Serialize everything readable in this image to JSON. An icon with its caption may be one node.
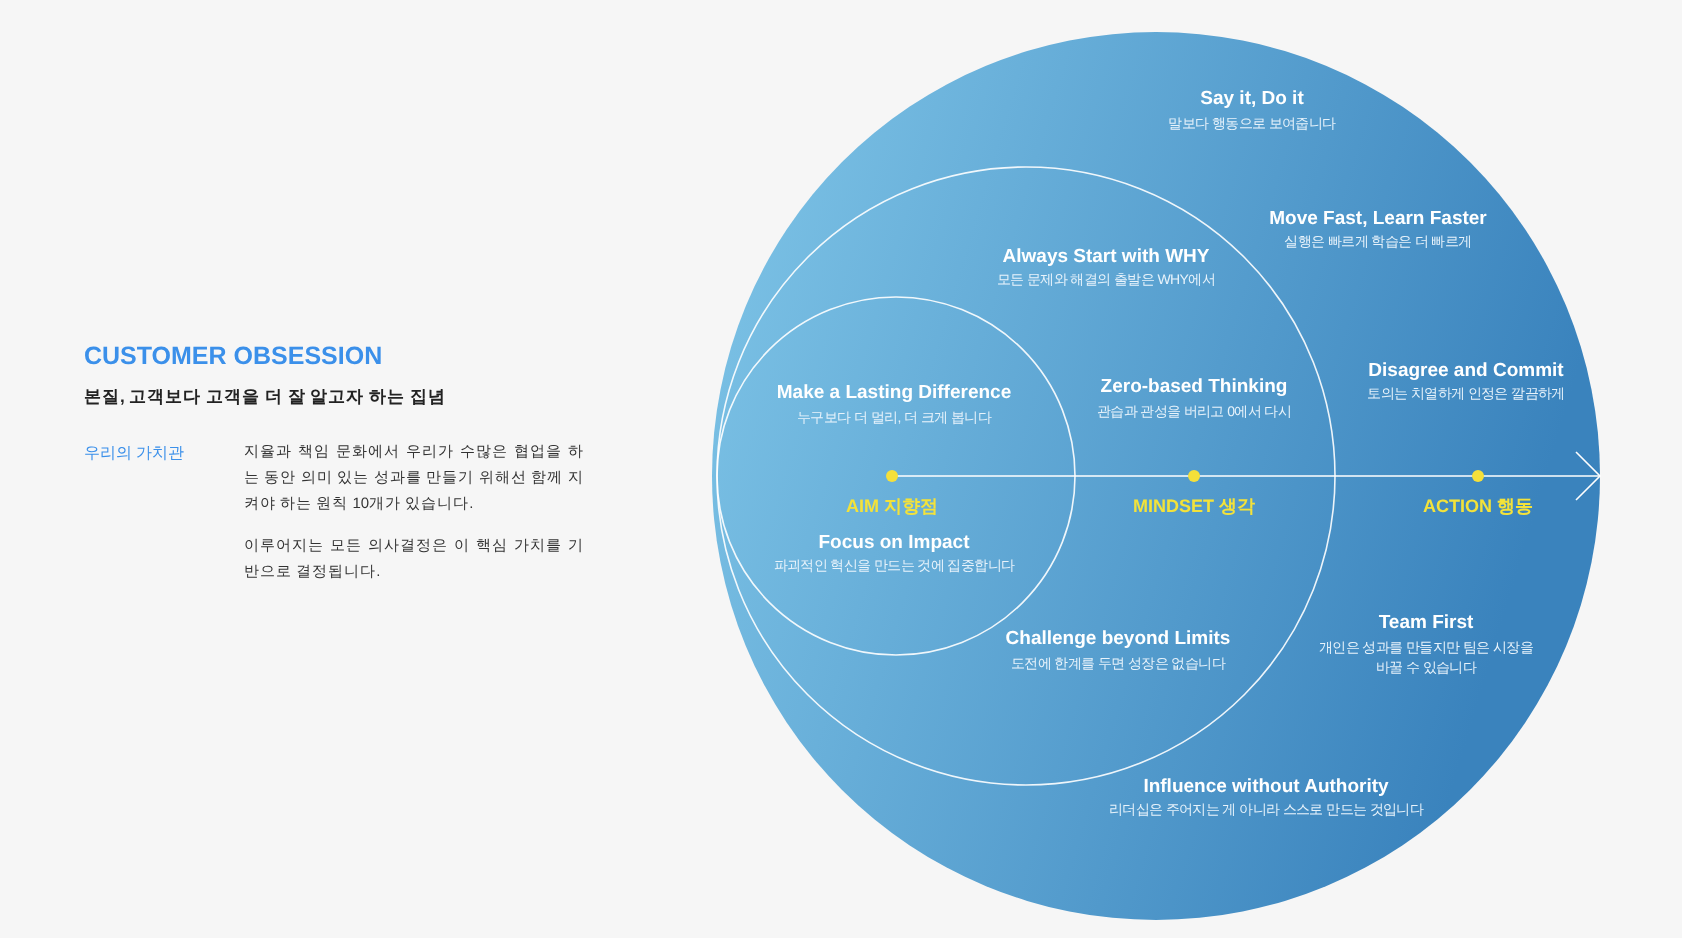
{
  "diagram": {
    "title": "CUSTOMER OBSESSION",
    "nodes": [
      {
        "text": [
          "ACTION 행동"
        ]
      },
      {
        "text": [
          "MINDSET 생각"
        ],
        "in": 0
      },
      {
        "text": [
          "AIM 지향점"
        ],
        "in": 1
      }
    ],
    "edges": [],
    "labels": [
      "본질, 고객보다 고객을 더 잘 알고자 하는 집념",
      "우리의 가치관",
      "지율과 책임 문화에서 우리가 수많은 협업을 하는 동안 의미 있는 성과를 만들기 위해선 함께 지켜야 하는 원칙 10개가 있습니다.",
      "이루어지는 모든 의사결정은 이 핵심 가치를 기반으로 결정됩니다.",
      "Say it, Do it",
      "말보다 행동으로 보여줍니다",
      "Move Fast, Learn Faster",
      "실행은 빠르게 학습은 더 빠르게",
      "Always Start with WHY",
      "모든 문제와 해결의 출발은 WHY에서",
      "Disagree and Commit",
      "토의는 치열하게 인정은 깔끔하게",
      "Make a Lasting Difference",
      "누구보다 더 멀리, 더 크게 봅니다",
      "Zero-based Thinking",
      "관습과 관성을 버리고 0에서 다시",
      "Focus on Impact",
      "파괴적인 혁신을 만드는 것에 집중합니다",
      "Challenge beyond Limits",
      "도전에 한계를 두면 성장은 없습니다",
      "Team First",
      "개인은 성과를 만들지만 팀은 시장을 바꿀 수 있습니다",
      "Influence without Authority",
      "리더십은 주어지는 게 아니라 스스로 만드는 것입니다"
    ]
  }
}
